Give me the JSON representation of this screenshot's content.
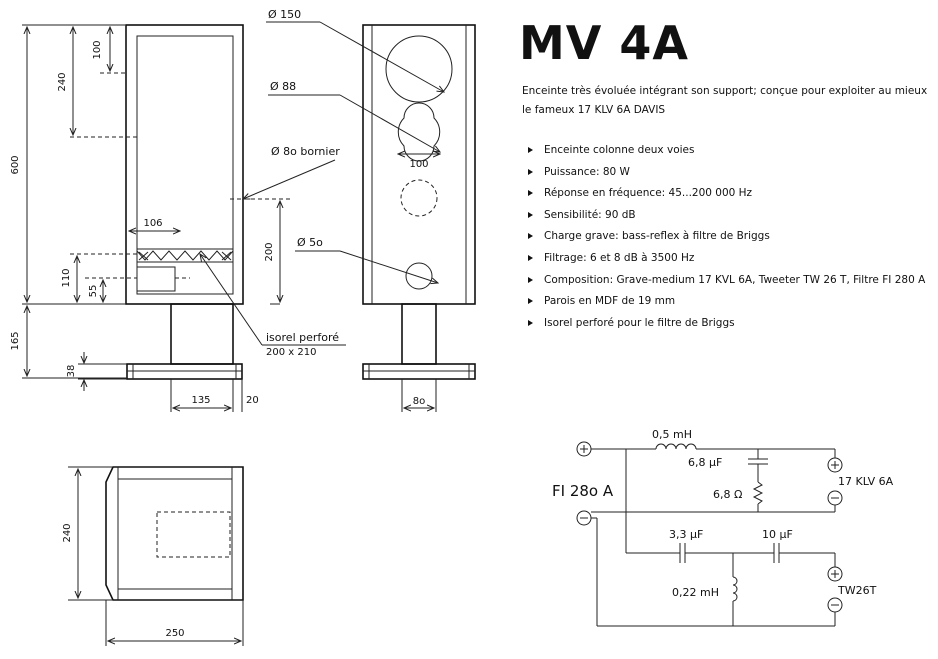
{
  "title": "MV 4A",
  "subtitle": "Enceinte très évoluée intégrant son support; conçue pour exploiter au mieux le fameux 17 KLV 6A DAVIS",
  "features": [
    "Enceinte colonne deux voies",
    "Puissance: 80 W",
    "Réponse en fréquence: 45...200 000 Hz",
    "Sensibilité: 90 dB",
    "Charge grave: bass-reflex à filtre de Briggs",
    "Filtrage: 6 et 8 dB à 3500 Hz",
    "Composition: Grave-medium 17 KVL 6A, Tweeter TW 26 T, Filtre FI 280 A",
    "Parois en MDF de 19 mm",
    "Isorel perforé pour le filtre de Briggs"
  ],
  "side_view": {
    "dim_100": "100",
    "dim_240": "240",
    "dim_600": "600",
    "dim_165": "165",
    "dim_106": "106",
    "dim_110": "110",
    "dim_55": "55",
    "dim_200": "200",
    "dim_38": "38",
    "dim_135": "135",
    "dim_20": "20",
    "bornier": "Ø 8o  bornier",
    "isorel": "isorel perforé",
    "isorel_size": "200 x 210"
  },
  "front_view": {
    "d150": "Ø 150",
    "d88": "Ø  88",
    "d50": "Ø  5o",
    "dim_100": "100",
    "dim_80": "8o"
  },
  "top_view": {
    "dim_240": "240",
    "dim_250": "250"
  },
  "schematic": {
    "filter_name": "FI 28o A",
    "l1": "0,5 mH",
    "c1": "6,8 µF",
    "r1": "6,8 Ω",
    "woofer": "17 KLV 6A",
    "c2": "3,3 µF",
    "c3": "10 µF",
    "l2": "0,22 mH",
    "tweeter": "TW26T"
  }
}
